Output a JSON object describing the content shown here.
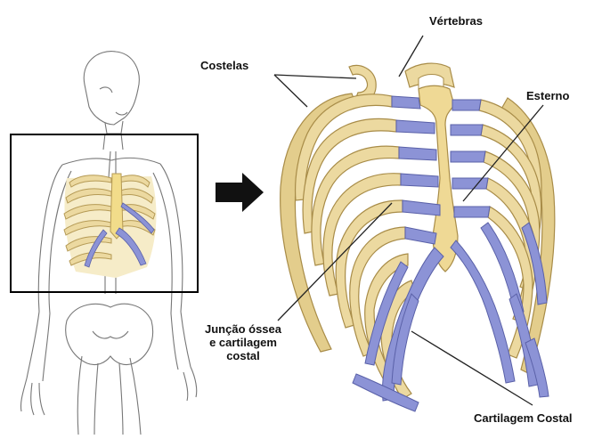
{
  "labels": {
    "vertebras": "Vértebras",
    "costelas": "Costelas",
    "esterno": "Esterno",
    "juncao_line1": "Junção óssea",
    "juncao_line2": "e cartilagem",
    "juncao_line3": "costal",
    "cartilagem_costal": "Cartilagem Costal"
  },
  "colors": {
    "bone": "#ecd9a0",
    "bone_edge": "#b59a55",
    "cartilage": "#8c93d6",
    "cartilage_edge": "#5a61a8",
    "outline": "#777777",
    "frame": "#000000",
    "arrow": "#111111"
  }
}
